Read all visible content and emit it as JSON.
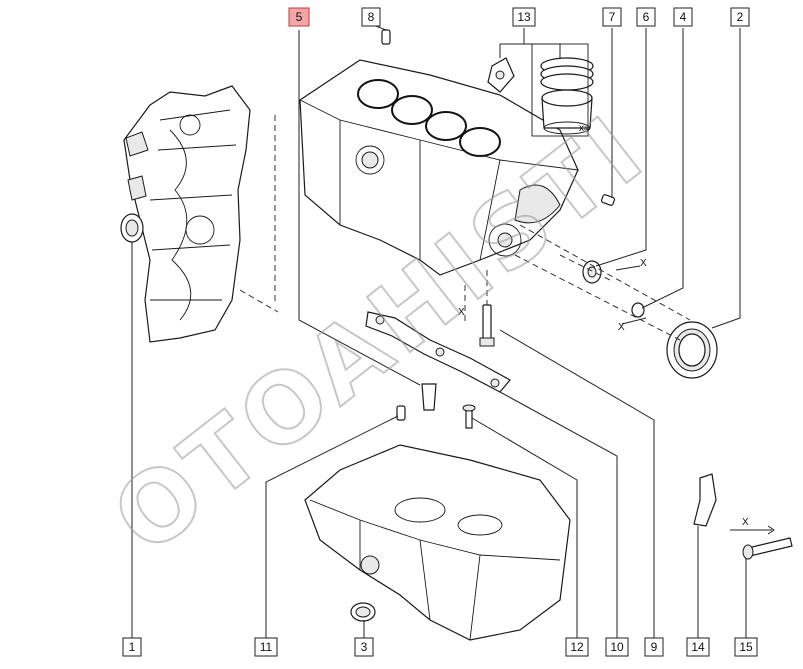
{
  "diagram": {
    "callouts": [
      {
        "id": "c1",
        "label": "1",
        "highlight": false
      },
      {
        "id": "c2",
        "label": "2",
        "highlight": false
      },
      {
        "id": "c3",
        "label": "3",
        "highlight": false
      },
      {
        "id": "c4",
        "label": "4",
        "highlight": false
      },
      {
        "id": "c5",
        "label": "5",
        "highlight": true,
        "highlight_color": "#f2a6a6"
      },
      {
        "id": "c6",
        "label": "6",
        "highlight": false
      },
      {
        "id": "c7",
        "label": "7",
        "highlight": false
      },
      {
        "id": "c8",
        "label": "8",
        "highlight": false
      },
      {
        "id": "c9",
        "label": "9",
        "highlight": false
      },
      {
        "id": "c10",
        "label": "10",
        "highlight": false
      },
      {
        "id": "c11",
        "label": "11",
        "highlight": false
      },
      {
        "id": "c12",
        "label": "12",
        "highlight": false
      },
      {
        "id": "c13",
        "label": "13",
        "highlight": false
      },
      {
        "id": "c14",
        "label": "14",
        "highlight": false
      },
      {
        "id": "c15",
        "label": "15",
        "highlight": false
      }
    ],
    "annotations": {
      "piston_qty": "x4",
      "x_marks": [
        "X",
        "X",
        "X",
        "X"
      ]
    },
    "watermark": "OTOAHISTI"
  }
}
